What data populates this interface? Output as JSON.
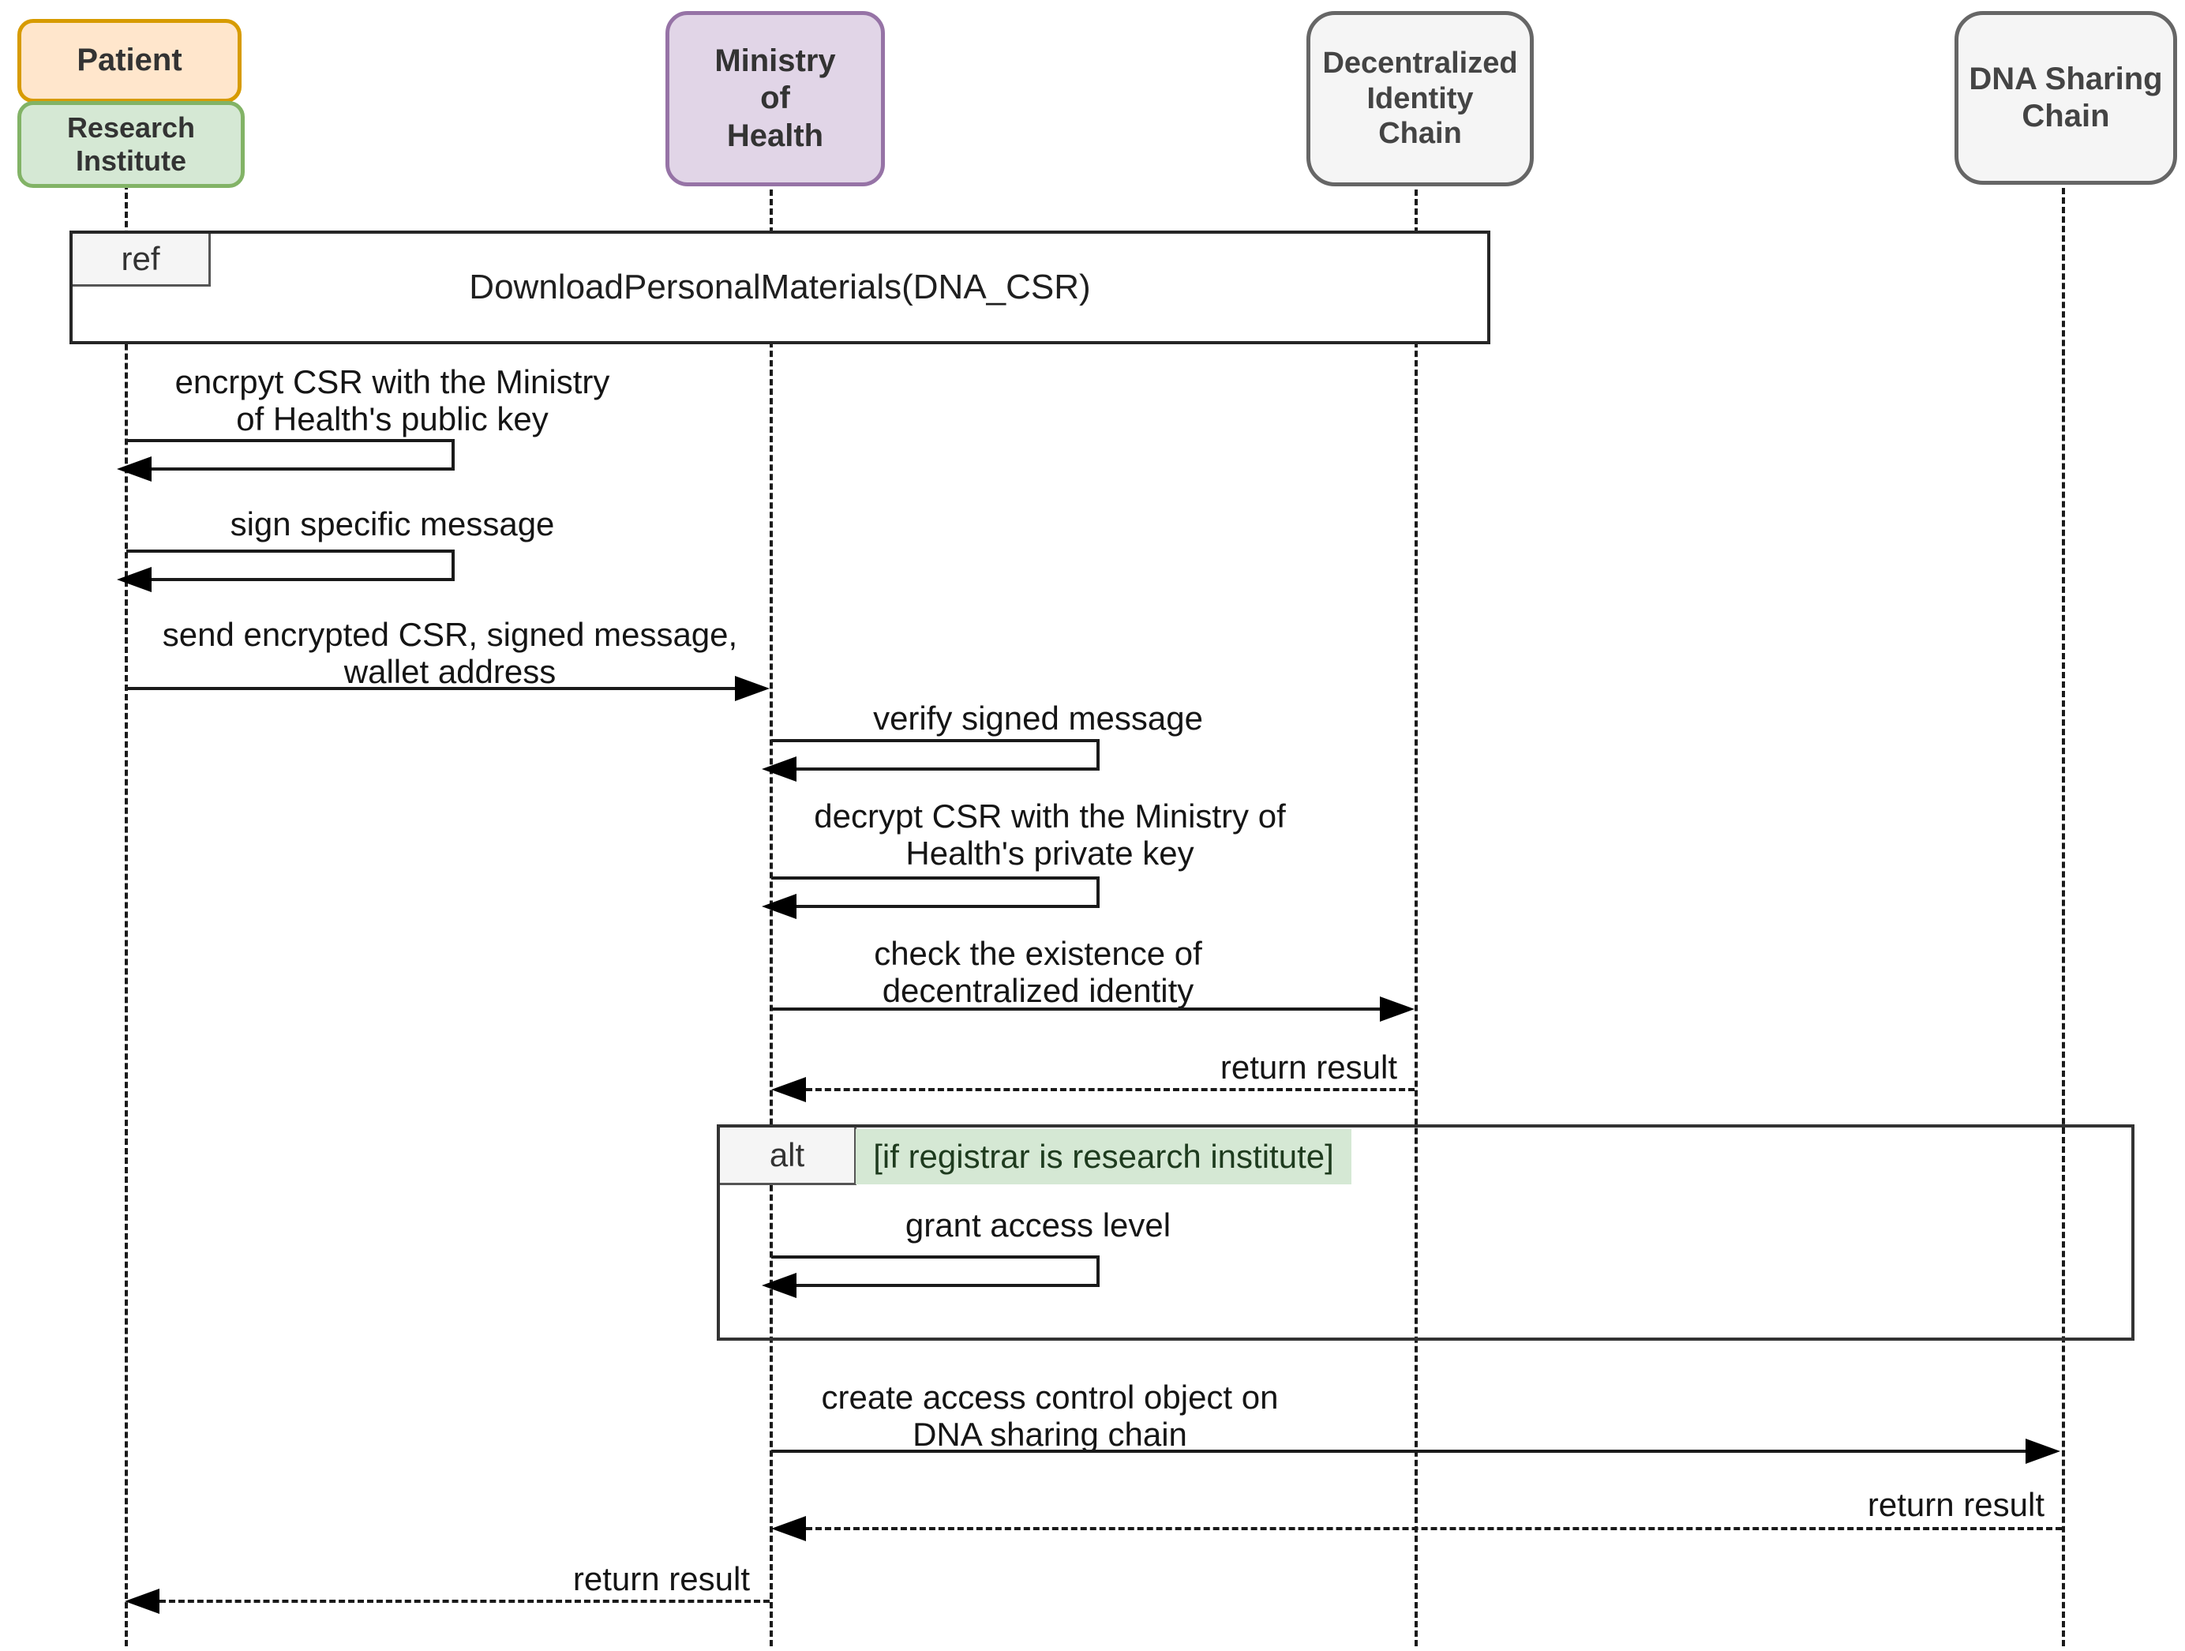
{
  "diagram": {
    "type": "uml-sequence-diagram",
    "participants": [
      {
        "name": "patient",
        "label": "Patient",
        "fill": "#FFE6CC",
        "border": "#D79B00"
      },
      {
        "name": "research-institute",
        "label": "Research\nInstitute",
        "fill": "#D5E8D4",
        "border": "#82B366"
      },
      {
        "name": "ministry-of-health",
        "label": "Ministry\nof\nHealth",
        "fill": "#E1D5E7",
        "border": "#9673A6"
      },
      {
        "name": "decentralized-identity-chain",
        "label": "Decentralized\nIdentity\nChain",
        "fill": "#F5F5F5",
        "border": "#666666"
      },
      {
        "name": "dna-sharing-chain",
        "label": "DNA Sharing\nChain",
        "fill": "#F5F5F5",
        "border": "#666666"
      }
    ],
    "ref_fragment": {
      "operator": "ref",
      "title": "DownloadPersonalMaterials(DNA_CSR)"
    },
    "alt_fragment": {
      "operator": "alt",
      "condition": "[if registrar is research institute]",
      "condition_fill": "#D5E8D4"
    },
    "messages": [
      {
        "text": "encrpyt CSR with the Ministry\nof Health's public key",
        "kind": "self",
        "from": "patient",
        "to": "patient"
      },
      {
        "text": "sign specific message",
        "kind": "self",
        "from": "patient",
        "to": "patient"
      },
      {
        "text": "send encrypted CSR, signed message,\nwallet address",
        "kind": "solid",
        "from": "patient",
        "to": "ministry-of-health"
      },
      {
        "text": "verify signed message",
        "kind": "self",
        "from": "ministry-of-health",
        "to": "ministry-of-health"
      },
      {
        "text": "decrypt CSR with the Ministry of\nHealth's private key",
        "kind": "self",
        "from": "ministry-of-health",
        "to": "ministry-of-health"
      },
      {
        "text": "check the existence of\ndecentralized identity",
        "kind": "solid",
        "from": "ministry-of-health",
        "to": "decentralized-identity-chain"
      },
      {
        "text": "return result",
        "kind": "dashed-return",
        "from": "decentralized-identity-chain",
        "to": "ministry-of-health"
      },
      {
        "text": "grant access level",
        "kind": "self",
        "from": "ministry-of-health",
        "to": "ministry-of-health",
        "inside": "alt"
      },
      {
        "text": "create access control object on\nDNA sharing chain",
        "kind": "solid",
        "from": "ministry-of-health",
        "to": "dna-sharing-chain"
      },
      {
        "text": "return result",
        "kind": "dashed-return",
        "from": "dna-sharing-chain",
        "to": "ministry-of-health"
      },
      {
        "text": "return result",
        "kind": "dashed-return",
        "from": "ministry-of-health",
        "to": "patient"
      }
    ],
    "colors": {
      "background": "#ffffff",
      "line": "#1a1a1a",
      "frame_tab_fill": "#F5F5F5",
      "text": "#151515"
    }
  }
}
